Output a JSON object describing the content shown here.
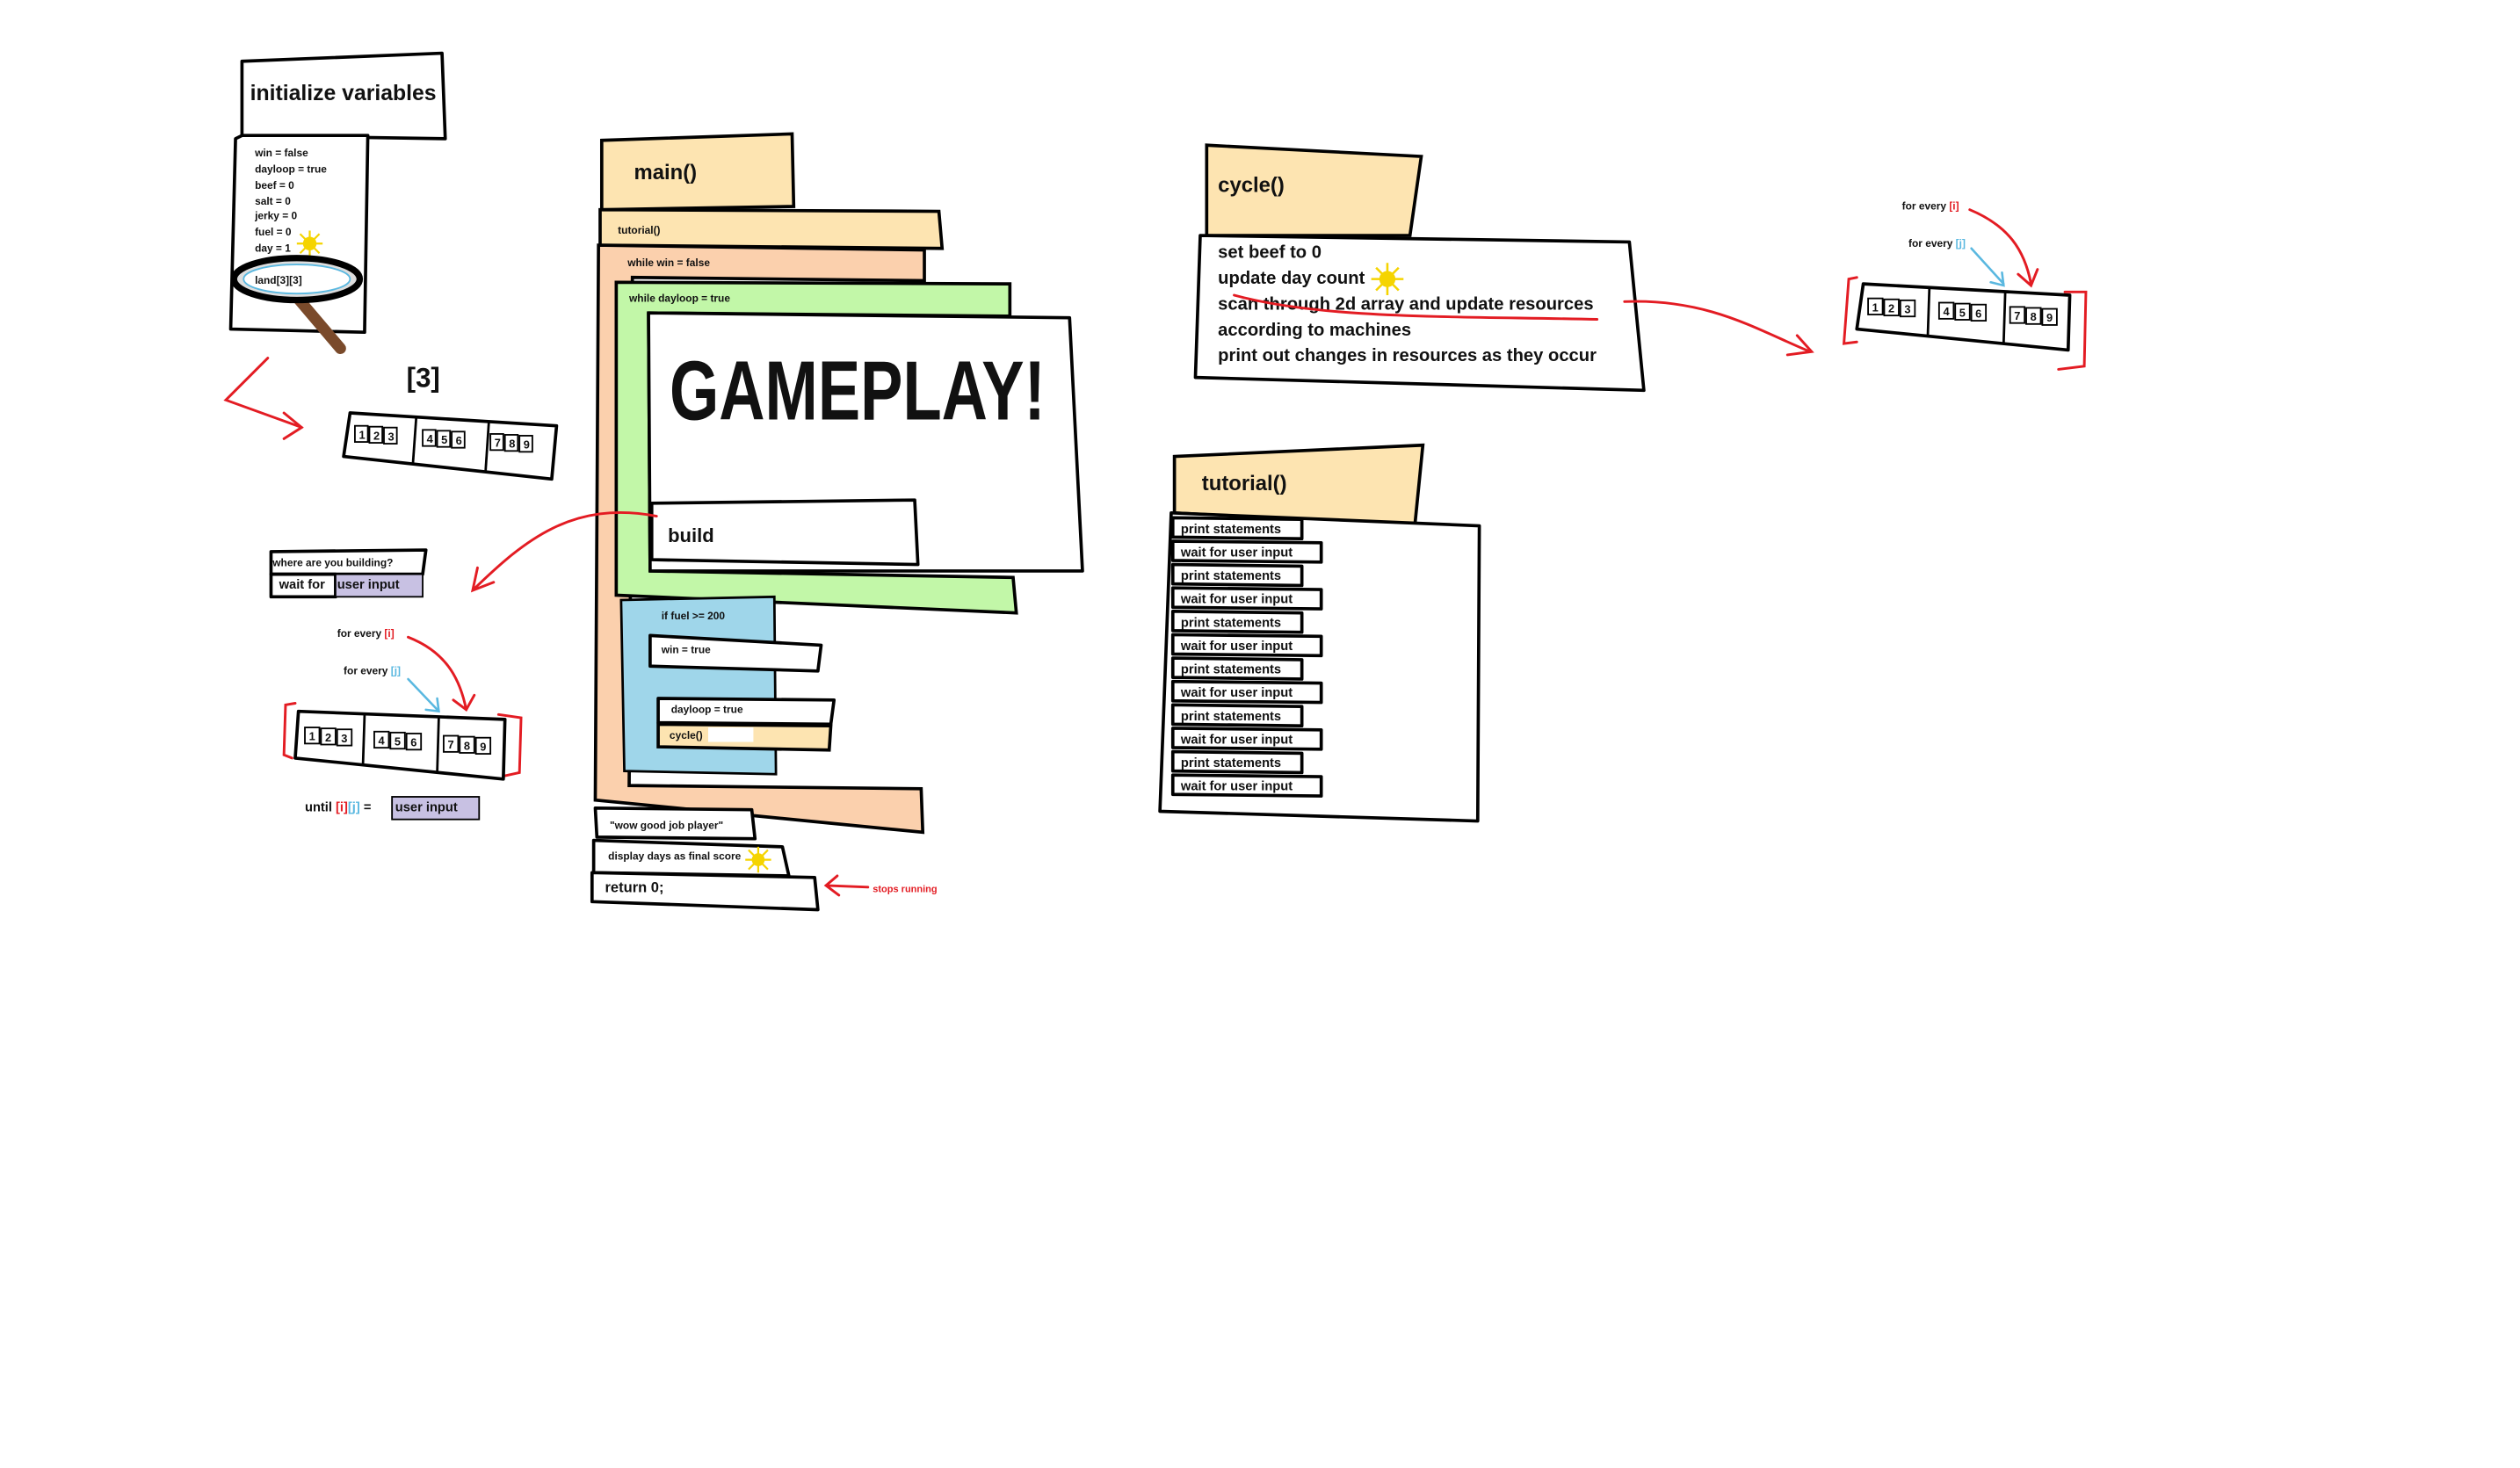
{
  "colors": {
    "header_orange": "#fde4b1",
    "main_orange": "#fbd0ad",
    "loop_green": "#c2f7a8",
    "if_blue": "#9fd6ea",
    "input_purple": "#c8c1e3",
    "arrow_red": "#e31c23",
    "loop_blue": "#5ab8e0",
    "sun_yellow": "#f5d400"
  },
  "init": {
    "title": "initialize variables",
    "vars": [
      "win = false",
      "dayloop = true",
      "beef = 0",
      "salt = 0",
      "jerky = 0",
      "fuel = 0",
      "day = 1"
    ],
    "land": "land[3][3]",
    "icons": [
      "magnifier-icon",
      "sun-icon"
    ]
  },
  "array": {
    "size_label": "[3]",
    "cells": [
      [
        "1",
        "2",
        "3"
      ],
      [
        "4",
        "5",
        "6"
      ],
      [
        "7",
        "8",
        "9"
      ]
    ]
  },
  "build_flow": {
    "prompt": "where are you building?",
    "wait_prefix": "wait for",
    "user_input": "user input",
    "for_i": "for every",
    "idx_i": "[i]",
    "for_j": "for every",
    "idx_j": "[j]",
    "until": "until",
    "until_i": "[i]",
    "until_j": "[j]",
    "until_eq": "=",
    "until_value": "user input"
  },
  "main": {
    "title": "main()",
    "tutorial_call": "tutorial()",
    "while_win": "while win = false",
    "while_dayloop": "while dayloop = true",
    "gameplay": "GAMEPLAY!",
    "build": "build",
    "if_fuel": "if fuel >= 200",
    "win_true": "win = true",
    "dayloop_true": "dayloop = true",
    "cycle_call": "cycle()",
    "wow": "\"wow good job player\"",
    "display_days": "display days as final score",
    "return": "return 0;",
    "stops_running": "stops running"
  },
  "cycle": {
    "title": "cycle()",
    "lines": [
      "set beef to 0",
      "update day count",
      "scan through 2d array and update resources",
      "according to machines",
      "print out changes in resources as they occur"
    ],
    "for_i": "for every",
    "idx_i": "[i]",
    "for_j": "for every",
    "idx_j": "[j]"
  },
  "tutorial": {
    "title": "tutorial()",
    "rows": [
      "print statements",
      "wait for user input",
      "print statements",
      "wait for user input",
      "print statements",
      "wait for user input",
      "print statements",
      "wait for user input",
      "print statements",
      "wait for user input",
      "print statements",
      "wait for user input"
    ]
  }
}
